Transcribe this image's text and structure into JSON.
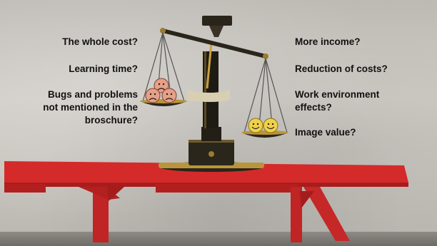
{
  "left_labels": {
    "item1": "The whole cost?",
    "item2": "Learning time?",
    "item3_line1": "Bugs and problems",
    "item3_line2": "not mentioned in the",
    "item3_line3": "broschure?"
  },
  "right_labels": {
    "item1": "More income?",
    "item2": "Reduction of costs?",
    "item3_line1": "Work environment",
    "item3_line2": "effects?",
    "item4": "Image value?"
  },
  "icons": {
    "left_pan": "sad-face-icon",
    "right_pan": "happy-face-icon",
    "scale": "balance-scale-icon"
  },
  "colors": {
    "table_red": "#d42a2a",
    "scale_dark": "#1e1b15",
    "scale_gold": "#b8953a"
  }
}
